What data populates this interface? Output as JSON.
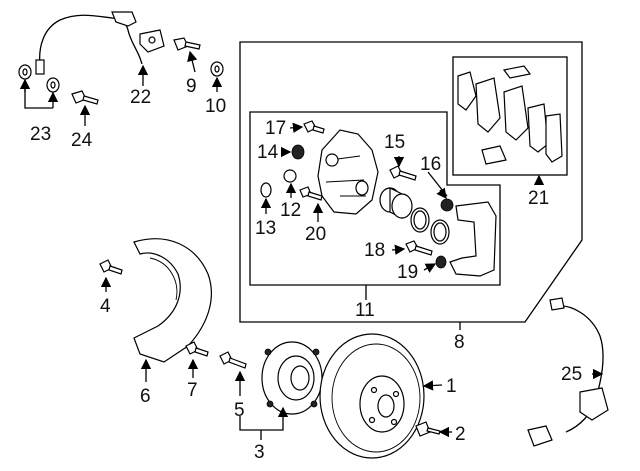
{
  "callouts": {
    "c1": "1",
    "c2": "2",
    "c3": "3",
    "c4": "4",
    "c5": "5",
    "c6": "6",
    "c7": "7",
    "c8": "8",
    "c9": "9",
    "c10": "10",
    "c11": "11",
    "c12": "12",
    "c13": "13",
    "c14": "14",
    "c15": "15",
    "c16": "16",
    "c17": "17",
    "c18": "18",
    "c19": "19",
    "c20": "20",
    "c21": "21",
    "c22": "22",
    "c23": "23",
    "c24": "24",
    "c25": "25"
  },
  "colors": {
    "line": "#000000",
    "background": "#ffffff",
    "text": "#111111"
  }
}
